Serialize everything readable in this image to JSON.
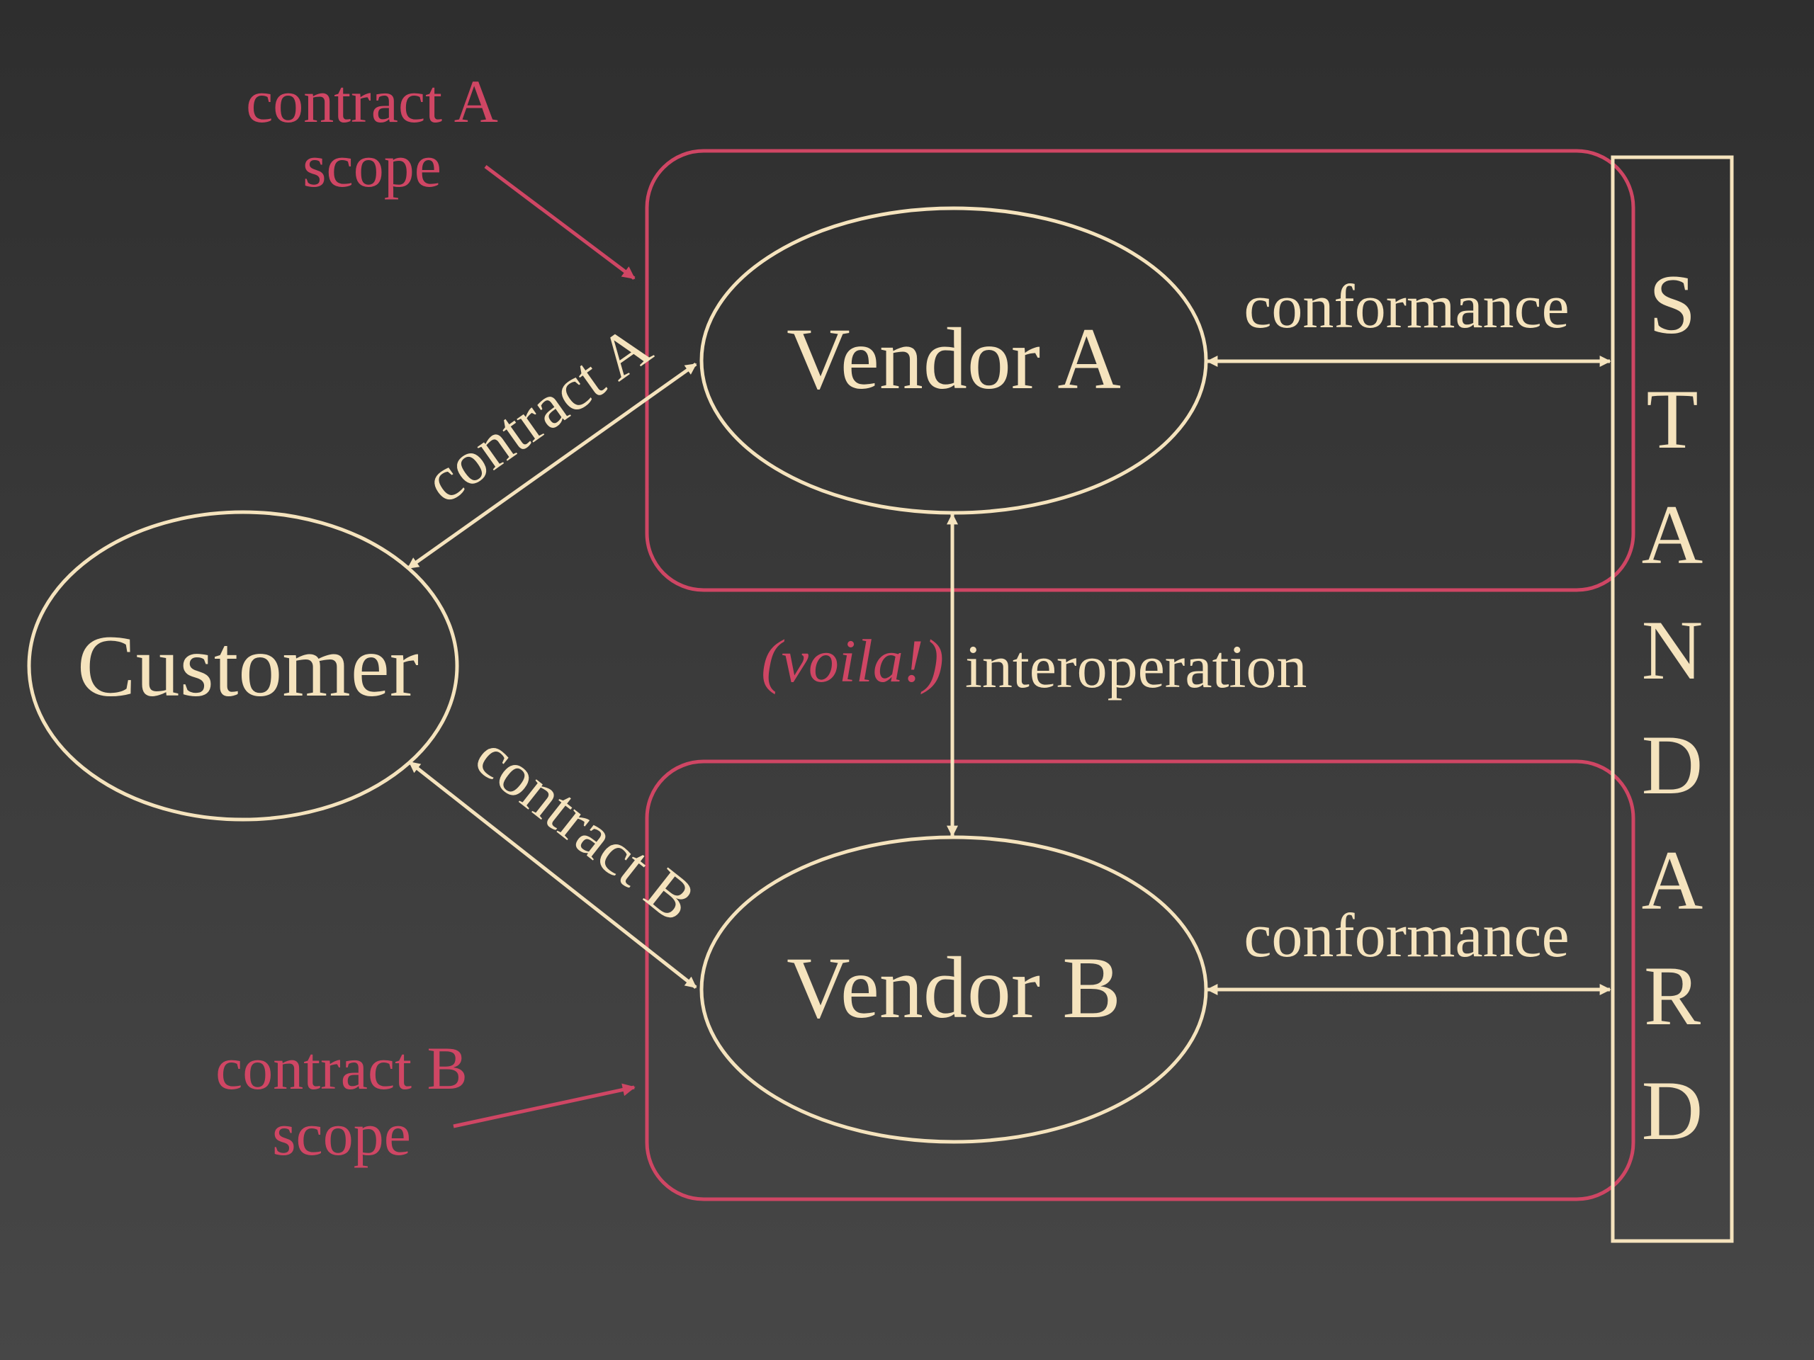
{
  "colors": {
    "background_top": "#2e2e2e",
    "background_bottom": "#474747",
    "cream": "#f5e3bd",
    "red": "#cf4664"
  },
  "nodes": {
    "vendor_a": "Vendor A",
    "vendor_b": "Vendor B",
    "customer": "Customer"
  },
  "standard": {
    "letters": [
      "S",
      "T",
      "A",
      "N",
      "D",
      "A",
      "R",
      "D"
    ]
  },
  "edges": {
    "contract_a": "contract A",
    "contract_b": "contract B",
    "conformance_a": "conformance",
    "conformance_b": "conformance",
    "interoperation": "interoperation",
    "voila": "(voila!)"
  },
  "scopes": {
    "a_line1": "contract A",
    "a_line2": "scope",
    "b_line1": "contract B",
    "b_line2": "scope"
  }
}
